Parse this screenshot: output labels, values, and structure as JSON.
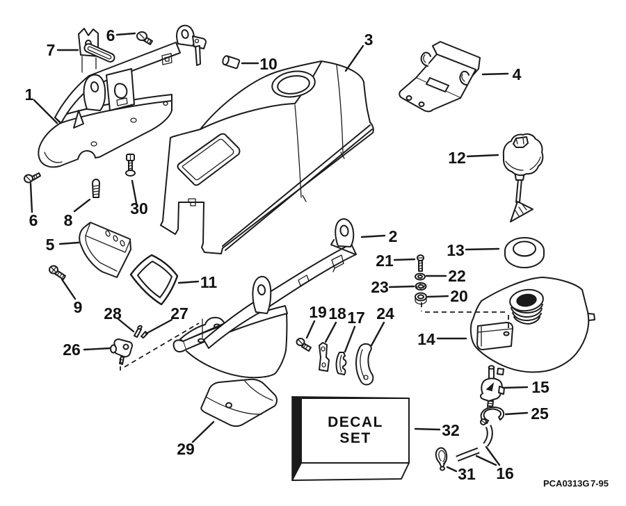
{
  "figure": {
    "background_color": "#ffffff",
    "line_color": "#1a1a1a",
    "part_code": "PCA0313G",
    "revision_date": "7-95",
    "decal_box": {
      "line1": "DECAL",
      "line2": "SET"
    },
    "callouts": {
      "c1": "1",
      "c2": "2",
      "c3": "3",
      "c4": "4",
      "c5": "5",
      "c6": "6",
      "c7": "7",
      "c8": "8",
      "c9": "9",
      "c10": "10",
      "c11": "11",
      "c12": "12",
      "c13": "13",
      "c14": "14",
      "c15": "15",
      "c16": "16",
      "c17": "17",
      "c18": "18",
      "c19": "19",
      "c20": "20",
      "c21": "21",
      "c22": "22",
      "c23": "23",
      "c24": "24",
      "c25": "25",
      "c26": "26",
      "c27": "27",
      "c28": "28",
      "c29": "29",
      "c30": "30",
      "c31": "31",
      "c32": "32"
    }
  }
}
